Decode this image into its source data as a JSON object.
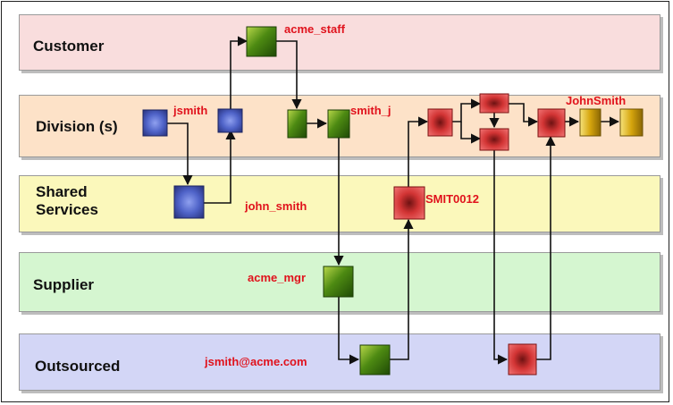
{
  "lanes": [
    {
      "id": "customer",
      "label": "Customer",
      "color": "#f9dddd"
    },
    {
      "id": "division",
      "label": "Division (s)",
      "color": "#fde2c8"
    },
    {
      "id": "shared",
      "label": "Shared\nServices",
      "color": "#fbf8bb"
    },
    {
      "id": "supplier",
      "label": "Supplier",
      "color": "#d5f6d0"
    },
    {
      "id": "outsourced",
      "label": "Outsourced",
      "color": "#d3d6f6"
    }
  ],
  "identities": {
    "acme_staff": "acme_staff",
    "jsmith": "jsmith",
    "smith_j": "smith_j",
    "johnsmith": "JohnSmith",
    "john_smith": "john_smith",
    "smit0012": "SMIT0012",
    "acme_mgr": "acme_mgr",
    "email": "jsmith@acme.com"
  },
  "colors": {
    "blue": "#3c4fb5",
    "green": "#4a8a12",
    "red": "#e24646",
    "gold": "#d7a90a",
    "label": "#e0121c",
    "arrow": "#111111"
  }
}
